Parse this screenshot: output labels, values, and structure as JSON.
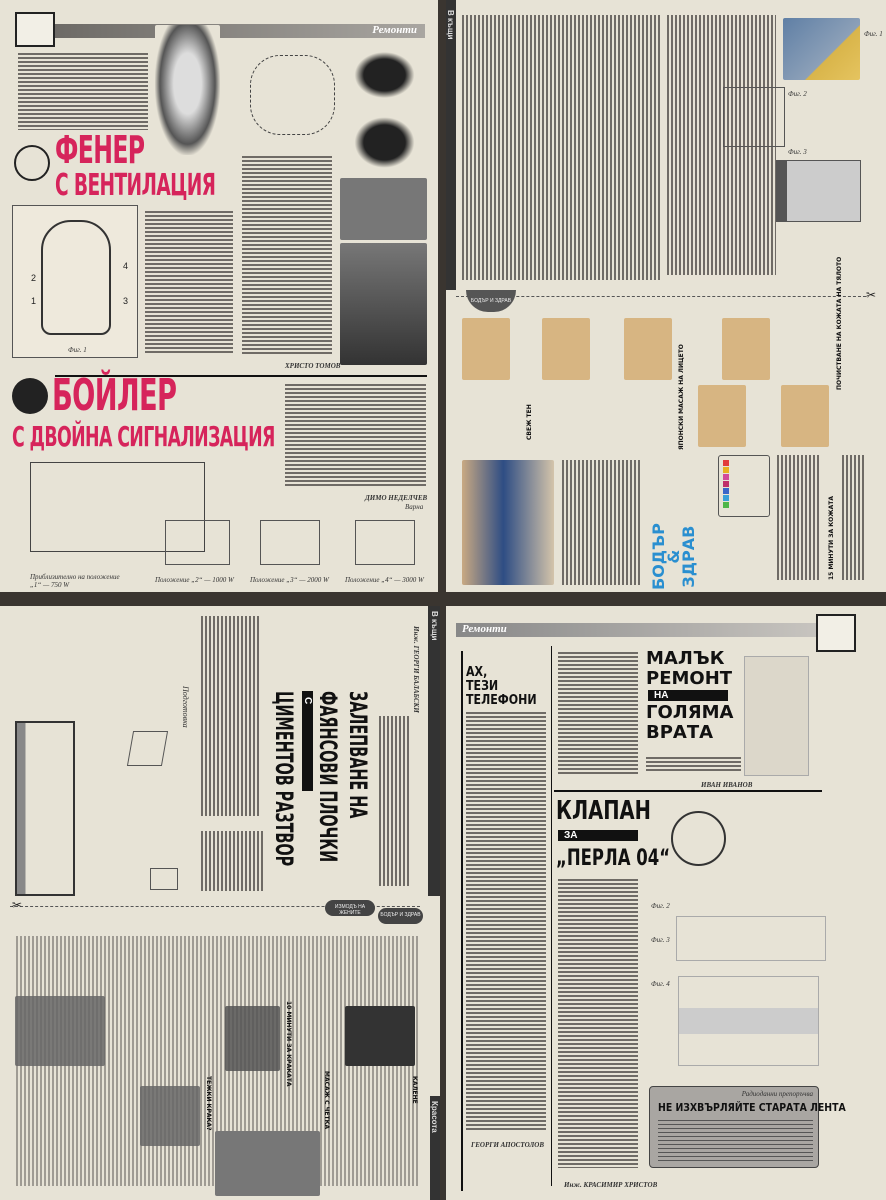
{
  "top_left": {
    "section": "Ремонти",
    "article1": {
      "title_line1": "ФЕНЕР",
      "title_line2": "С ВЕНТИЛАЦИЯ",
      "figure_caption": "Фиг. 1",
      "callouts": [
        "1",
        "2",
        "3",
        "4"
      ],
      "author": "ХРИСТО ТОМОВ"
    },
    "article2": {
      "title_line1": "БОЙЛЕР",
      "title_line2": "С ДВОЙНА СИГНАЛИЗАЦИЯ",
      "author": "ДИМО НЕДЕЛЧЕВ",
      "city": "Варна",
      "captions": [
        "Приблизително на положение „1“ — 750 W",
        "Положение „2“ — 1000 W",
        "Положение „3“ — 2000 W",
        "Положение „4“ — 3000 W"
      ]
    }
  },
  "top_right": {
    "side_tab": "В къщи",
    "figures": [
      "Фиг. 1",
      "Фиг. 2",
      "Фиг. 3"
    ],
    "badge": "БОДЪР И ЗДРАВ",
    "headings": [
      "СВЕЖ ТЕН",
      "ЯПОНСКИ МАСАЖ НА ЛИЦЕТО",
      "ПОЧИСТВАНЕ НА КОЖАТА НА ТЯЛОТО",
      "15 МИНУТИ ЗА КОЖАТА"
    ],
    "feature_title": [
      "БОДЪР",
      "&",
      "ЗДРАВ"
    ],
    "swatch_colors": [
      "#e23b3b",
      "#e8b021",
      "#d24a9a",
      "#c0306a",
      "#3a66c8",
      "#39a0d8",
      "#4fb64a"
    ]
  },
  "bottom_left": {
    "side_tab": "В къщи",
    "author": "Инж. ГЕОРГИ БАЛАБСКИ",
    "title_line1": "ЗАЛЕПВАНЕ НА",
    "title_line2": "ФАЯНСОВИ ПЛОЧКИ",
    "title_connector": "С",
    "title_line3": "ЦИМЕНТОВ РАЗТВОР",
    "subheading": "Подготовка",
    "badges": [
      "ИЗМОДЪ НА ЖЕНИТЕ",
      "БОДЪР И ЗДРАВ"
    ],
    "headings": [
      "10 МИНУТИ ЗА КРАКАТА",
      "МАСАЖ С ЧЕТКА",
      "ТЕЖКИ КРАКА?",
      "КАЛЕНЕ"
    ],
    "bottom_tab": "Красота"
  },
  "bottom_right": {
    "section": "Ремонти",
    "phones": {
      "title": [
        "АХ,",
        "ТЕЗИ",
        "ТЕЛЕФОНИ"
      ],
      "author": "ГЕОРГИ АПОСТОЛОВ"
    },
    "door": {
      "title_line1": "МАЛЪК",
      "title_line2": "РЕМОНТ",
      "connector": "НА",
      "title_line3": "ГОЛЯМА",
      "title_line4": "ВРАТА",
      "author": "ИВАН ИВАНОВ"
    },
    "valve": {
      "title_line1": "КЛАПАН",
      "connector": "ЗА",
      "title_line2": "„ПЕРЛА 04“",
      "figures": [
        "Фиг. 2",
        "Фиг. 3",
        "Фиг. 4"
      ],
      "author": "Инж. КРАСИМИР ХРИСТОВ"
    },
    "ad": {
      "kicker": "Радиоданни препоръчва",
      "title": "НЕ ИЗХВЪРЛЯЙТЕ СТАРАТА ЛЕНТА"
    }
  }
}
